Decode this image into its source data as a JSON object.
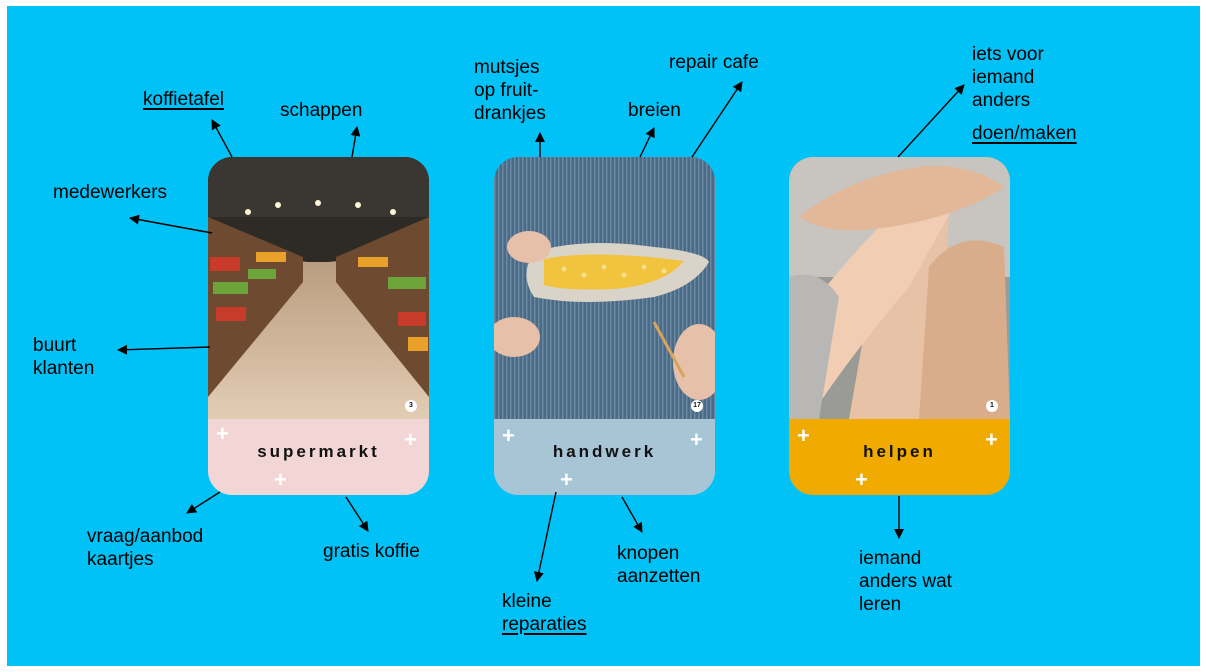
{
  "cards": [
    {
      "title": "supermarkt",
      "badge": "3",
      "band_color": "#f2d6d6",
      "photo": "supermarket aisle"
    },
    {
      "title": "handwerk",
      "badge": "17",
      "band_color": "#a8c5d6",
      "photo": "denim repair"
    },
    {
      "title": "helpen",
      "badge": "1",
      "band_color": "#f0aa00",
      "photo": "stacked hands"
    }
  ],
  "plus_sign": "+",
  "labels": {
    "koffietafel": "koffietafel",
    "schappen": "schappen",
    "medewerkers": "medewerkers",
    "buurt_klanten": "buurt\nklanten",
    "vraag_aanbod": "vraag/aanbod\nkaartjes",
    "gratis_koffie": "gratis koffie",
    "mutsjes": "mutsjes\nop fruit-\ndrankjes",
    "breien": "breien",
    "repair_cafe": "repair cafe",
    "knopen": "knopen\naanzetten",
    "kleine": "kleine",
    "reparaties": "reparaties",
    "iets_voor": "iets voor\niemand\nanders",
    "doen_maken": "doen/maken",
    "iemand_leren": "iemand\nanders wat\nleren"
  },
  "colors": {
    "background": "#00c2f6"
  }
}
